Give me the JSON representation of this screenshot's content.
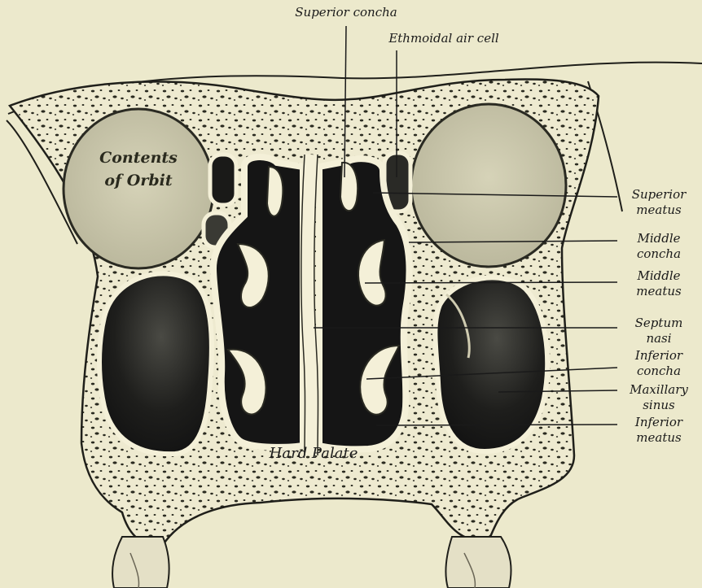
{
  "labels": {
    "superior_concha": "Superior concha",
    "ethmoidal_air_cell": "Ethmoidal air cell",
    "superior_meatus": [
      "Superior",
      "meatus"
    ],
    "middle_concha": [
      "Middle",
      "concha"
    ],
    "middle_meatus": [
      "Middle",
      "meatus"
    ],
    "septum_nasi": [
      "Septum",
      "nasi"
    ],
    "inferior_concha": [
      "Inferior",
      "concha"
    ],
    "maxillary_sinus": [
      "Maxillary",
      "sinus"
    ],
    "inferior_meatus": [
      "Inferior",
      "meatus"
    ],
    "contents_of_orbit": [
      "Contents",
      "of Orbit"
    ],
    "hard_palate": "Hard Palate"
  },
  "colors": {
    "background": "#ece9cc",
    "bone": "#f0ecd2",
    "cavity": "#151515",
    "orbit": "#c9c6a9",
    "ink": "#1a1a1a"
  }
}
